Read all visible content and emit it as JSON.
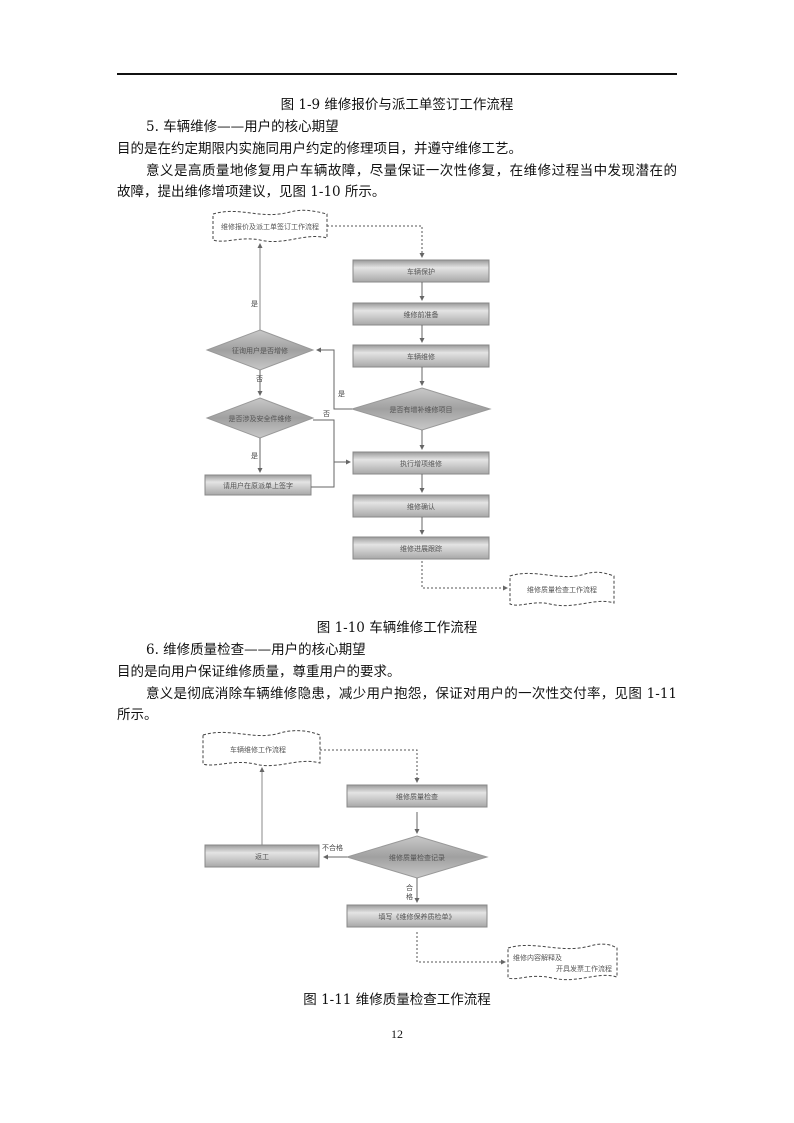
{
  "captions": {
    "fig_1_9": "图 1-9  维修报价与派工单签订工作流程",
    "fig_1_10": "图 1-10  车辆维修工作流程",
    "fig_1_11": "图 1-11  维修质量检查工作流程"
  },
  "section5": {
    "heading": "5. 车辆维修——用户的核心期望",
    "purpose": "目的是在约定期限内实施同用户约定的修理项目，并遵守维修工艺。",
    "meaning_line1": "意义是高质量地修复用户车辆故障，尽量保证一次性修复，在维修过程当中发现潜在的",
    "meaning_line2": "故障，提出维修增项建议，见图 1-10 所示。"
  },
  "section6": {
    "heading": "6. 维修质量检查——用户的核心期望",
    "purpose": "目的是向用户保证维修质量，尊重用户的要求。",
    "meaning_line1": "意义是彻底消除车辆维修隐患，减少用户抱怨，保证对用户的一次性交付率，见图 1-11",
    "meaning_line2": "所示。"
  },
  "flow1": {
    "start": "维修报价及派工单签订工作流程",
    "steps": [
      "车辆保护",
      "维修前准备",
      "车辆维修",
      "执行增项维修",
      "维修确认",
      "维修进展跟踪"
    ],
    "decision_added": "是否有增补维修项目",
    "decision_ask": "征询用户是否增修",
    "decision_safety": "是否涉及安全件维修",
    "sign": "请用户在原派单上签字",
    "end": "维修质量检查工作流程",
    "yes": "是",
    "no": "否"
  },
  "flow2": {
    "start": "车辆维修工作流程",
    "check": "维修质量检查",
    "decision": "维修质量检查记录",
    "rework": "返工",
    "fill": "填写《维修保养质检单》",
    "end_line1": "维修内容解释及",
    "end_line2": "开具发票工作流程",
    "fail": "不合格",
    "pass_1": "合",
    "pass_2": "格"
  },
  "page_number": "12"
}
